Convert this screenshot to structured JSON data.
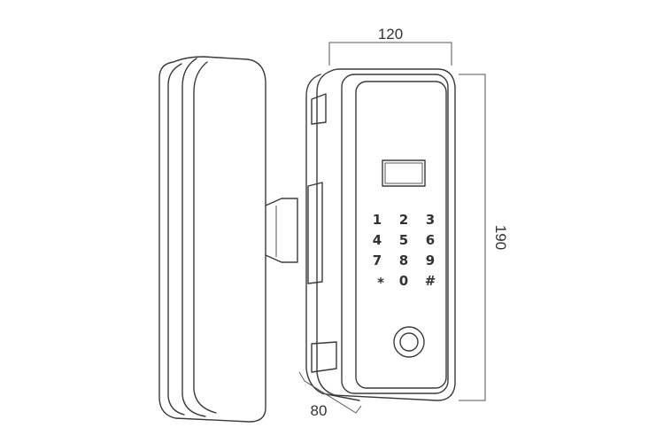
{
  "dimensions": {
    "width": "120",
    "height": "190",
    "depth": "80"
  },
  "keypad": {
    "keys": [
      [
        "1",
        "2",
        "3"
      ],
      [
        "4",
        "5",
        "6"
      ],
      [
        "7",
        "8",
        "9"
      ],
      [
        "*",
        "0",
        "#"
      ]
    ]
  },
  "icons": {
    "fingerprint": "fingerprint-sensor-icon"
  }
}
